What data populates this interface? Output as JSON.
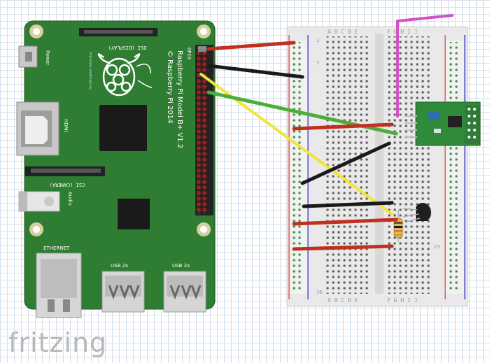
{
  "board": {
    "model_line1": "Raspberry Pi Model B+ V1.2",
    "model_line2": "© Raspberry Pi 2014",
    "gpio": "GPIO",
    "dsi": "DSI (DISPLAY)",
    "csi": "CSI (CAMERA)",
    "hdmi": "HDMI",
    "power": "Power",
    "audio": "Audio",
    "ethernet": "ETHERNET",
    "usb1": "USB 2x",
    "usb2": "USB 2x",
    "url": "http://www.raspberrypi.org"
  },
  "breadboard": {
    "cols_left": "A B C D E",
    "cols_right": "F G H I J",
    "row_1": "1",
    "row_5": "5",
    "row_25": "25",
    "row_30": "30"
  },
  "brand": "fritzing",
  "colors": {
    "board_green": "#2e7d32",
    "wire_red": "#c0301f",
    "wire_black": "#1a1a1a",
    "wire_yellow": "#f2e43a",
    "wire_green": "#4cae3a",
    "wire_magenta": "#d44fc8"
  }
}
